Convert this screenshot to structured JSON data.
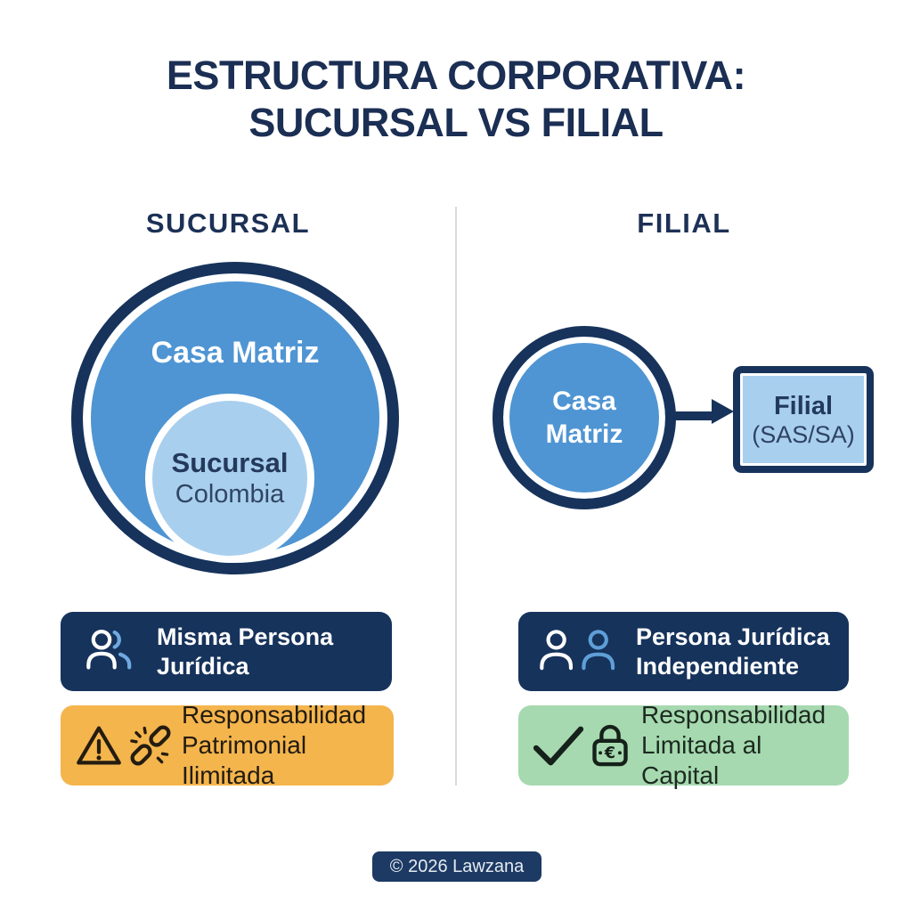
{
  "title": {
    "line1": "ESTRUCTURA CORPORATIVA:",
    "line2": "SUCURSAL VS FILIAL"
  },
  "left": {
    "header": "SUCURSAL",
    "outer_label": "Casa Matriz",
    "inner_label_primary": "Sucursal",
    "inner_label_secondary": "Colombia",
    "identity_badge": {
      "icon": "overlapping-people-icon",
      "line1": "Misma Persona",
      "line2": "Jurídica"
    },
    "liability_badge": {
      "icons": [
        "warning-triangle-icon",
        "broken-chain-icon"
      ],
      "line1": "Responsabilidad",
      "line2": "Patrimonial Ilimitada"
    }
  },
  "right": {
    "header": "FILIAL",
    "circle_label_line1": "Casa",
    "circle_label_line2": "Matriz",
    "box_label_primary": "Filial",
    "box_label_secondary": "(SAS/SA)",
    "identity_badge": {
      "icon": "two-people-icon",
      "line1": "Persona Jurídica",
      "line2": "Independiente"
    },
    "liability_badge": {
      "icons": [
        "checkmark-icon",
        "euro-padlock-icon"
      ],
      "line1": "Responsabilidad",
      "line2": "Limitada al Capital"
    }
  },
  "footer": {
    "copyright": "© 2026 Lawzana"
  },
  "colors": {
    "navy": "#17335b",
    "main_blue": "#4f95d3",
    "light_blue": "#a9cfee",
    "accent_blue": "#6fa9e0",
    "orange": "#f4b54d",
    "green": "#a6d9af",
    "divider_gray": "#dadada"
  }
}
